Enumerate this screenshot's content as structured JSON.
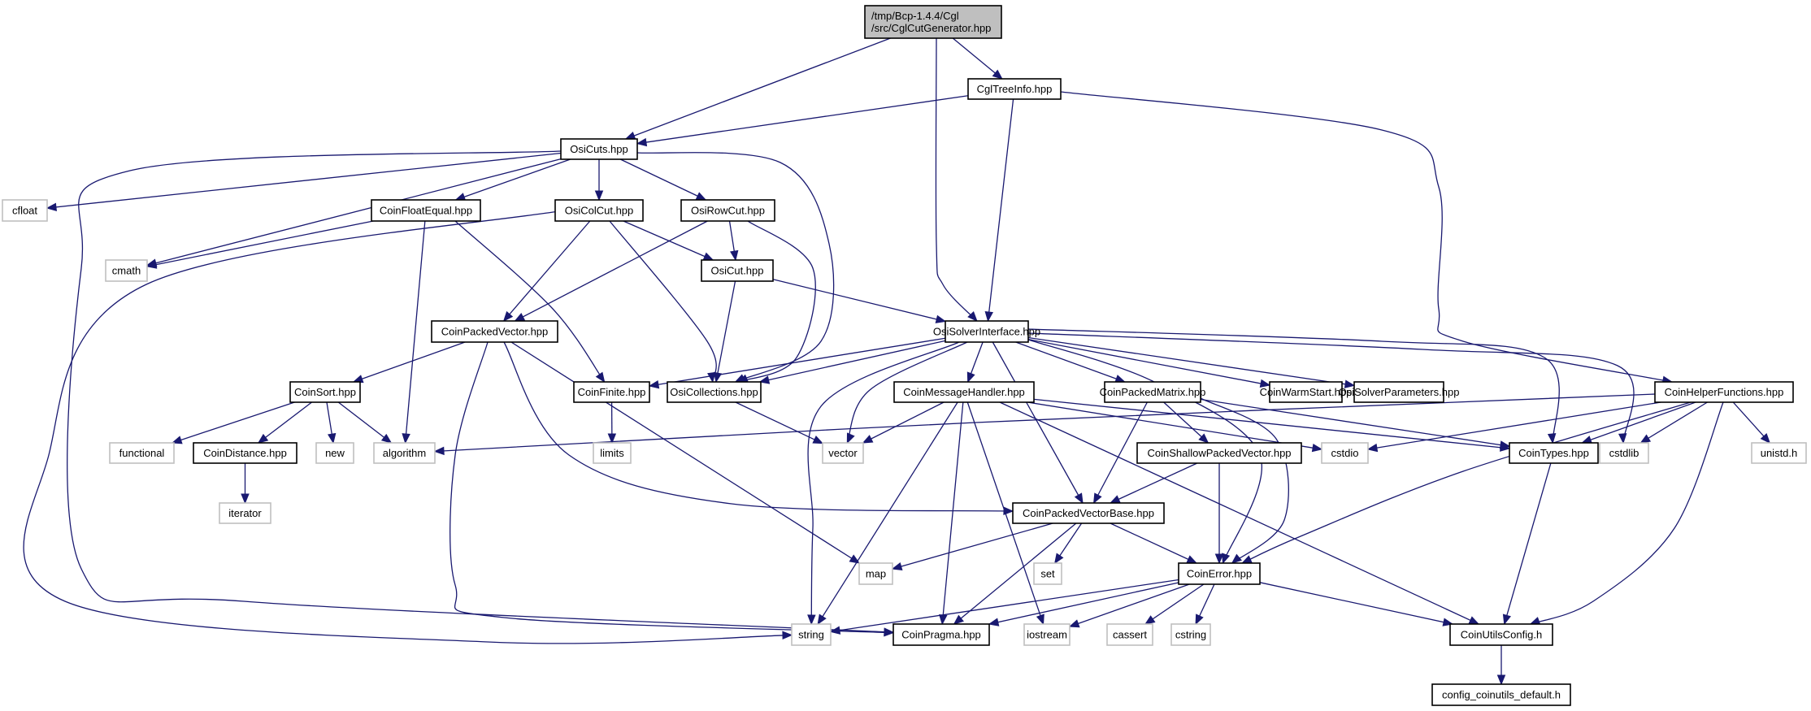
{
  "diagram": {
    "type": "include-dependency-graph",
    "colors": {
      "edge": "#191970",
      "root_fill": "#bfbfbf",
      "documented_border": "#000000",
      "external_border": "#bfbfbf",
      "node_fill": "#ffffff"
    },
    "nodes": [
      {
        "id": "root",
        "label": [
          "/tmp/Bcp-1.4.4/Cgl",
          "/src/CglCutGenerator.hpp"
        ],
        "kind": "root"
      },
      {
        "id": "CglTreeInfo",
        "label": [
          "CglTreeInfo.hpp"
        ],
        "kind": "documented"
      },
      {
        "id": "OsiCuts",
        "label": [
          "OsiCuts.hpp"
        ],
        "kind": "documented"
      },
      {
        "id": "cfloat",
        "label": [
          "cfloat"
        ],
        "kind": "external"
      },
      {
        "id": "CoinFloatEqual",
        "label": [
          "CoinFloatEqual.hpp"
        ],
        "kind": "documented"
      },
      {
        "id": "OsiColCut",
        "label": [
          "OsiColCut.hpp"
        ],
        "kind": "documented"
      },
      {
        "id": "OsiRowCut",
        "label": [
          "OsiRowCut.hpp"
        ],
        "kind": "documented"
      },
      {
        "id": "cmath",
        "label": [
          "cmath"
        ],
        "kind": "external"
      },
      {
        "id": "OsiCut",
        "label": [
          "OsiCut.hpp"
        ],
        "kind": "documented"
      },
      {
        "id": "CoinPackedVector",
        "label": [
          "CoinPackedVector.hpp"
        ],
        "kind": "documented"
      },
      {
        "id": "OsiSolverInterface",
        "label": [
          "OsiSolverInterface.hpp"
        ],
        "kind": "documented"
      },
      {
        "id": "CoinSort",
        "label": [
          "CoinSort.hpp"
        ],
        "kind": "documented"
      },
      {
        "id": "CoinFinite",
        "label": [
          "CoinFinite.hpp"
        ],
        "kind": "documented"
      },
      {
        "id": "OsiCollections",
        "label": [
          "OsiCollections.hpp"
        ],
        "kind": "documented"
      },
      {
        "id": "CoinMessageHandler",
        "label": [
          "CoinMessageHandler.hpp"
        ],
        "kind": "documented"
      },
      {
        "id": "CoinPackedMatrix",
        "label": [
          "CoinPackedMatrix.hpp"
        ],
        "kind": "documented"
      },
      {
        "id": "CoinWarmStart",
        "label": [
          "CoinWarmStart.hpp"
        ],
        "kind": "documented"
      },
      {
        "id": "OsiSolverParameters",
        "label": [
          "OsiSolverParameters.hpp"
        ],
        "kind": "documented"
      },
      {
        "id": "CoinHelperFunctions",
        "label": [
          "CoinHelperFunctions.hpp"
        ],
        "kind": "documented"
      },
      {
        "id": "functional",
        "label": [
          "functional"
        ],
        "kind": "external"
      },
      {
        "id": "CoinDistance",
        "label": [
          "CoinDistance.hpp"
        ],
        "kind": "documented"
      },
      {
        "id": "new",
        "label": [
          "new"
        ],
        "kind": "external"
      },
      {
        "id": "algorithm",
        "label": [
          "algorithm"
        ],
        "kind": "external"
      },
      {
        "id": "limits",
        "label": [
          "limits"
        ],
        "kind": "external"
      },
      {
        "id": "vector",
        "label": [
          "vector"
        ],
        "kind": "external"
      },
      {
        "id": "CoinShallowPackedVector",
        "label": [
          "CoinShallowPackedVector.hpp"
        ],
        "kind": "documented"
      },
      {
        "id": "cstdio",
        "label": [
          "cstdio"
        ],
        "kind": "external"
      },
      {
        "id": "CoinTypes",
        "label": [
          "CoinTypes.hpp"
        ],
        "kind": "documented"
      },
      {
        "id": "cstdlib",
        "label": [
          "cstdlib"
        ],
        "kind": "external"
      },
      {
        "id": "unistd",
        "label": [
          "unistd.h"
        ],
        "kind": "external"
      },
      {
        "id": "iterator",
        "label": [
          "iterator"
        ],
        "kind": "external"
      },
      {
        "id": "CoinPackedVectorBase",
        "label": [
          "CoinPackedVectorBase.hpp"
        ],
        "kind": "documented"
      },
      {
        "id": "map",
        "label": [
          "map"
        ],
        "kind": "external"
      },
      {
        "id": "set",
        "label": [
          "set"
        ],
        "kind": "external"
      },
      {
        "id": "CoinError",
        "label": [
          "CoinError.hpp"
        ],
        "kind": "documented"
      },
      {
        "id": "string",
        "label": [
          "string"
        ],
        "kind": "external"
      },
      {
        "id": "CoinPragma",
        "label": [
          "CoinPragma.hpp"
        ],
        "kind": "documented"
      },
      {
        "id": "iostream",
        "label": [
          "iostream"
        ],
        "kind": "external"
      },
      {
        "id": "cassert",
        "label": [
          "cassert"
        ],
        "kind": "external"
      },
      {
        "id": "cstring",
        "label": [
          "cstring"
        ],
        "kind": "external"
      },
      {
        "id": "CoinUtilsConfig",
        "label": [
          "CoinUtilsConfig.h"
        ],
        "kind": "documented"
      },
      {
        "id": "config_coinutils_default",
        "label": [
          "config_coinutils_default.h"
        ],
        "kind": "documented"
      }
    ],
    "edges": [
      [
        "root",
        "OsiCuts"
      ],
      [
        "root",
        "CglTreeInfo"
      ],
      [
        "root",
        "OsiSolverInterface"
      ],
      [
        "CglTreeInfo",
        "OsiCuts"
      ],
      [
        "CglTreeInfo",
        "OsiSolverInterface"
      ],
      [
        "CglTreeInfo",
        "CoinHelperFunctions"
      ],
      [
        "OsiCuts",
        "cfloat"
      ],
      [
        "OsiCuts",
        "CoinFloatEqual"
      ],
      [
        "OsiCuts",
        "OsiColCut"
      ],
      [
        "OsiCuts",
        "OsiRowCut"
      ],
      [
        "OsiCuts",
        "cmath"
      ],
      [
        "OsiCuts",
        "OsiCollections"
      ],
      [
        "OsiCuts",
        "CoinPragma"
      ],
      [
        "CoinFloatEqual",
        "cmath"
      ],
      [
        "CoinFloatEqual",
        "algorithm"
      ],
      [
        "CoinFloatEqual",
        "CoinFinite"
      ],
      [
        "OsiColCut",
        "OsiCut"
      ],
      [
        "OsiColCut",
        "CoinPackedVector"
      ],
      [
        "OsiColCut",
        "OsiCollections"
      ],
      [
        "OsiColCut",
        "string"
      ],
      [
        "OsiRowCut",
        "OsiCut"
      ],
      [
        "OsiRowCut",
        "CoinPackedVector"
      ],
      [
        "OsiRowCut",
        "OsiCollections"
      ],
      [
        "OsiCut",
        "OsiCollections"
      ],
      [
        "OsiCut",
        "OsiSolverInterface"
      ],
      [
        "CoinPackedVector",
        "CoinSort"
      ],
      [
        "CoinPackedVector",
        "CoinPackedVectorBase"
      ],
      [
        "CoinPackedVector",
        "map"
      ],
      [
        "CoinPackedVector",
        "CoinPragma"
      ],
      [
        "CoinSort",
        "functional"
      ],
      [
        "CoinSort",
        "CoinDistance"
      ],
      [
        "CoinSort",
        "new"
      ],
      [
        "CoinSort",
        "algorithm"
      ],
      [
        "CoinDistance",
        "iterator"
      ],
      [
        "CoinFinite",
        "limits"
      ],
      [
        "OsiCollections",
        "vector"
      ],
      [
        "OsiSolverInterface",
        "CoinFinite"
      ],
      [
        "OsiSolverInterface",
        "OsiCollections"
      ],
      [
        "OsiSolverInterface",
        "CoinMessageHandler"
      ],
      [
        "OsiSolverInterface",
        "CoinPackedMatrix"
      ],
      [
        "OsiSolverInterface",
        "CoinWarmStart"
      ],
      [
        "OsiSolverInterface",
        "OsiSolverParameters"
      ],
      [
        "OsiSolverInterface",
        "CoinTypes"
      ],
      [
        "OsiSolverInterface",
        "cstdlib"
      ],
      [
        "OsiSolverInterface",
        "vector"
      ],
      [
        "OsiSolverInterface",
        "string"
      ],
      [
        "OsiSolverInterface",
        "CoinPackedVectorBase"
      ],
      [
        "OsiSolverInterface",
        "CoinError"
      ],
      [
        "CoinMessageHandler",
        "vector"
      ],
      [
        "CoinMessageHandler",
        "string"
      ],
      [
        "CoinMessageHandler",
        "CoinPragma"
      ],
      [
        "CoinMessageHandler",
        "iostream"
      ],
      [
        "CoinMessageHandler",
        "cstdio"
      ],
      [
        "CoinMessageHandler",
        "CoinUtilsConfig"
      ],
      [
        "CoinMessageHandler",
        "CoinTypes"
      ],
      [
        "CoinPackedMatrix",
        "CoinShallowPackedVector"
      ],
      [
        "CoinPackedMatrix",
        "CoinPackedVectorBase"
      ],
      [
        "CoinPackedMatrix",
        "CoinTypes"
      ],
      [
        "CoinPackedMatrix",
        "CoinError"
      ],
      [
        "CoinHelperFunctions",
        "algorithm"
      ],
      [
        "CoinHelperFunctions",
        "cstdio"
      ],
      [
        "CoinHelperFunctions",
        "CoinTypes"
      ],
      [
        "CoinHelperFunctions",
        "cstdlib"
      ],
      [
        "CoinHelperFunctions",
        "unistd"
      ],
      [
        "CoinHelperFunctions",
        "CoinError"
      ],
      [
        "CoinHelperFunctions",
        "CoinUtilsConfig"
      ],
      [
        "CoinShallowPackedVector",
        "CoinPackedVectorBase"
      ],
      [
        "CoinShallowPackedVector",
        "CoinError"
      ],
      [
        "CoinTypes",
        "CoinUtilsConfig"
      ],
      [
        "CoinPackedVectorBase",
        "map"
      ],
      [
        "CoinPackedVectorBase",
        "set"
      ],
      [
        "CoinPackedVectorBase",
        "CoinError"
      ],
      [
        "CoinPackedVectorBase",
        "CoinPragma"
      ],
      [
        "CoinError",
        "string"
      ],
      [
        "CoinError",
        "CoinPragma"
      ],
      [
        "CoinError",
        "iostream"
      ],
      [
        "CoinError",
        "cassert"
      ],
      [
        "CoinError",
        "cstring"
      ],
      [
        "CoinError",
        "CoinUtilsConfig"
      ],
      [
        "CoinUtilsConfig",
        "config_coinutils_default"
      ]
    ]
  }
}
